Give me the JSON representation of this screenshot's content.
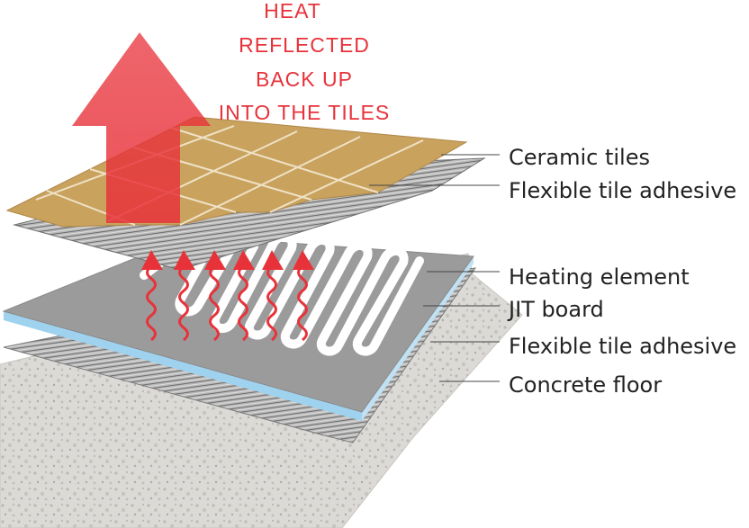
{
  "heat_caption": {
    "lines": [
      "HEAT",
      "REFLECTED",
      "BACK  UP",
      "INTO THE TILES"
    ]
  },
  "layers": [
    {
      "label": "Ceramic tiles"
    },
    {
      "label": "Flexible tile adhesive"
    },
    {
      "label": "Heating element"
    },
    {
      "label": "JIT board"
    },
    {
      "label": "Flexible tile adhesive"
    },
    {
      "label": "Concrete floor"
    }
  ],
  "colors": {
    "heat_red": "#e8323a",
    "tile": "#c9a25e",
    "board_top": "#9a9a9a",
    "board_edge": "#9fd2ee",
    "concrete": "#d8d6d2"
  },
  "icons": [
    "heat-arrow-icon",
    "heat-wave-arrow-icon"
  ]
}
